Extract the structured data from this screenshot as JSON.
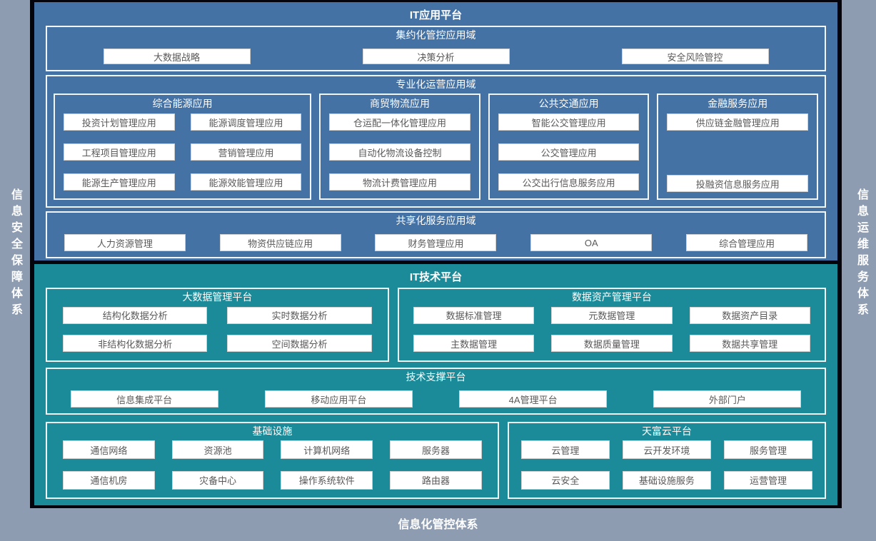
{
  "colors": {
    "frame_gray": "#8e9cb2",
    "app_platform_blue": "#4472a4",
    "tech_platform_teal": "#1b8b99",
    "frame_black": "#04050c",
    "box_background": "#ffffff",
    "box_text": "#595959",
    "label_text": "#ffffff"
  },
  "side_labels": {
    "left": "信息安全保障体系",
    "right": "信息运维服务体系",
    "bottom": "信息化管控体系"
  },
  "app": {
    "title": "IT应用平台",
    "intensive": {
      "title": "集约化管控应用域",
      "items": [
        "大数据战略",
        "决策分析",
        "安全风险管控"
      ]
    },
    "professional": {
      "title": "专业化运营应用域",
      "columns": [
        {
          "title": "综合能源应用",
          "items": [
            "投资计划管理应用",
            "能源调度管理应用",
            "工程项目管理应用",
            "营销管理应用",
            "能源生产管理应用",
            "能源效能管理应用"
          ]
        },
        {
          "title": "商贸物流应用",
          "items": [
            "仓运配一体化管理应用",
            "自动化物流设备控制",
            "物流计费管理应用"
          ]
        },
        {
          "title": "公共交通应用",
          "items": [
            "智能公交管理应用",
            "公交管理应用",
            "公交出行信息服务应用"
          ]
        },
        {
          "title": "金融服务应用",
          "items": [
            "供应链金融管理应用",
            "投融资信息服务应用"
          ]
        }
      ]
    },
    "shared": {
      "title": "共享化服务应用域",
      "items": [
        "人力资源管理",
        "物资供应链应用",
        "财务管理应用",
        "OA",
        "综合管理应用"
      ]
    }
  },
  "tech": {
    "title": "IT技术平台",
    "bigdata": {
      "title": "大数据管理平台",
      "items": [
        "结构化数据分析",
        "实时数据分析",
        "非结构化数据分析",
        "空间数据分析"
      ]
    },
    "asset": {
      "title": "数据资产管理平台",
      "items": [
        "数据标准管理",
        "元数据管理",
        "数据资产目录",
        "主数据管理",
        "数据质量管理",
        "数据共享管理"
      ]
    },
    "support": {
      "title": "技术支撑平台",
      "items": [
        "信息集成平台",
        "移动应用平台",
        "4A管理平台",
        "外部门户"
      ]
    },
    "infra": {
      "title": "基础设施",
      "items": [
        "通信网络",
        "资源池",
        "计算机网络",
        "服务器",
        "通信机房",
        "灾备中心",
        "操作系统软件",
        "路由器"
      ]
    },
    "cloud": {
      "title": "天富云平台",
      "items": [
        "云管理",
        "云开发环境",
        "服务管理",
        "云安全",
        "基础设施服务",
        "运营管理"
      ]
    }
  }
}
